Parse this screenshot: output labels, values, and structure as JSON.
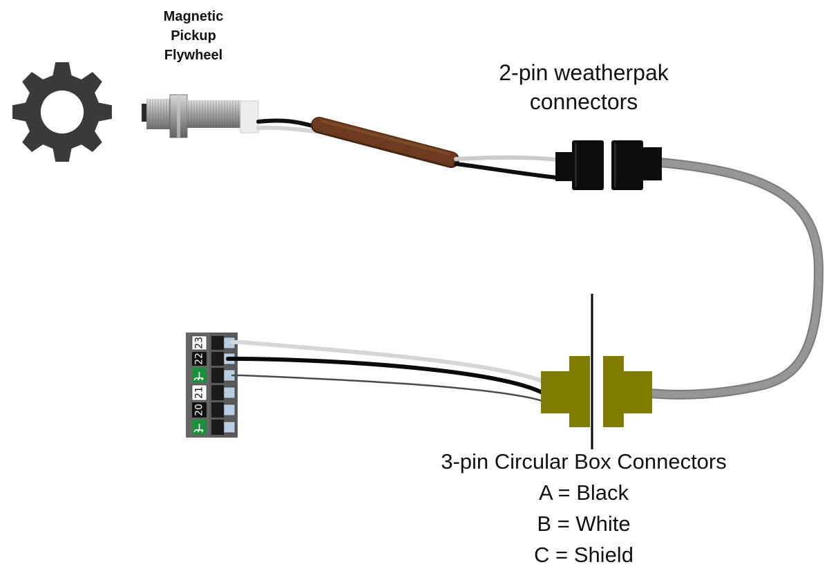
{
  "sensor": {
    "label_lines": [
      "Magnetic",
      "Pickup",
      "Flywheel"
    ]
  },
  "weatherpak": {
    "label_lines": [
      "2-pin weatherpak",
      "connectors"
    ]
  },
  "circular_connector": {
    "label_lines": [
      "3-pin Circular Box Connectors",
      "A = Black",
      "B = White",
      "C = Shield"
    ]
  },
  "terminal_block": {
    "terminals": [
      {
        "number": "23",
        "style": "white"
      },
      {
        "number": "22",
        "style": "black"
      },
      {
        "number": "",
        "style": "ground"
      },
      {
        "number": "21",
        "style": "white"
      },
      {
        "number": "20",
        "style": "black"
      },
      {
        "number": "",
        "style": "ground"
      }
    ]
  },
  "colors": {
    "gear": "#3a3a3a",
    "cable_brown": "#6b3a1f",
    "weatherpak": "#0d0d0d",
    "circular_connector": "#7e7d00",
    "gray_cable": "#8c8c8c",
    "ground_green": "#1a8f3c",
    "terminal_body": "#555555"
  },
  "icons": {
    "gear": "gear-icon",
    "ground": "ground-icon"
  }
}
